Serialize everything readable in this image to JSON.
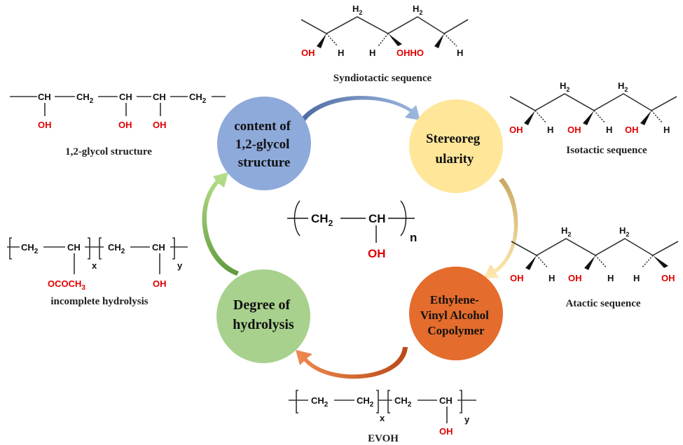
{
  "center": {
    "ch2": "CH",
    "ch": "CH",
    "sub2": "2",
    "n": "n",
    "oh": "OH"
  },
  "nodes": {
    "glycol_content": {
      "lines": [
        "content of",
        "1,2-glycol",
        "structure"
      ],
      "fill": "#8eaadb"
    },
    "stereoregularity": {
      "lines": [
        "Stereoreg",
        "ularity"
      ],
      "fill": "#ffe699"
    },
    "evoh_copolymer": {
      "lines": [
        "Ethylene-",
        "Vinyl Alcohol",
        "Copolymer"
      ],
      "fill": "#e46c2c"
    },
    "hydrolysis": {
      "lines": [
        "Degree of",
        "hydrolysis"
      ],
      "fill": "#a9d18e"
    }
  },
  "captions": {
    "glycol": "1,2-glycol structure",
    "incomplete": "incomplete hydrolysis",
    "syndiotactic": "Syndiotactic sequence",
    "isotactic": "Isotactic sequence",
    "atactic": "Atactic sequence",
    "evoh": "EVOH"
  },
  "glycol_struct": {
    "ch": "CH",
    "ch2": "CH",
    "sub2": "2",
    "oh": "OH"
  },
  "incomplete_struct": {
    "ch2": "CH",
    "ch": "CH",
    "sub2": "2",
    "x": "x",
    "y": "y",
    "ococh3": "OCOCH",
    "sub3": "3",
    "oh": "OH"
  },
  "evoh_struct": {
    "ch2": "CH",
    "sub2": "2",
    "x": "x",
    "y": "y",
    "ch": "CH",
    "oh": "OH"
  },
  "tactic_labels": {
    "h2": "H",
    "sub2": "2",
    "h": "H",
    "oh": "OH",
    "ohho": "OHHO"
  },
  "colors": {
    "red": "#e00000",
    "blue": "#8eaadb",
    "yellow": "#ffe699",
    "orange": "#e46c2c",
    "green": "#a9d18e"
  }
}
